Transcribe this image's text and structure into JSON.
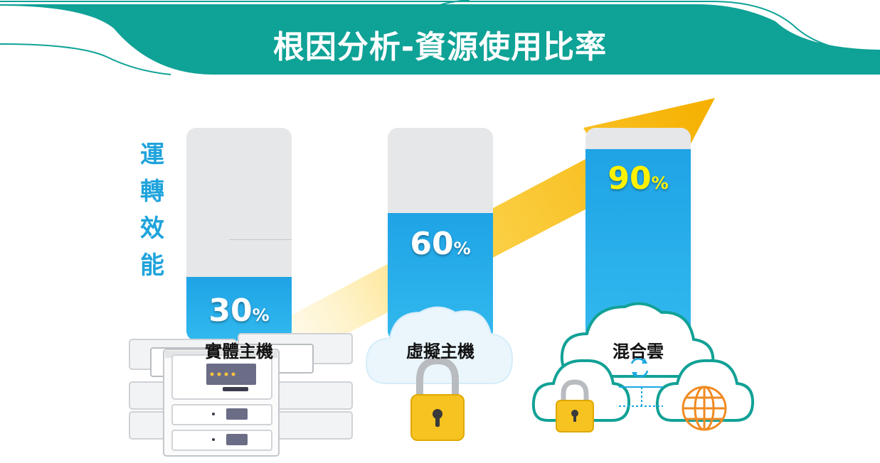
{
  "title": "根因分析-資源使用比率",
  "side_label": [
    "運",
    "轉",
    "效",
    "能"
  ],
  "chart_data": {
    "type": "bar",
    "categories": [
      "實體主機",
      "虛擬主機",
      "混合雲"
    ],
    "values": [
      30,
      60,
      90
    ],
    "ylim": [
      0,
      100
    ],
    "value_labels": [
      "30",
      "60",
      "90"
    ],
    "unit": "%",
    "ylabel": "運轉效能",
    "grid": true
  },
  "colors": {
    "banner": "#0fa296",
    "bar_fill": "#1fa3e6",
    "bar_bg": "#e6e7e9",
    "arrow": "#f7b500",
    "highlight": "#fff200",
    "label": "#1fa3dc"
  },
  "icons": [
    "server-rack-icon",
    "cloud-icon",
    "padlock-icon",
    "sync-icon",
    "globe-icon"
  ]
}
